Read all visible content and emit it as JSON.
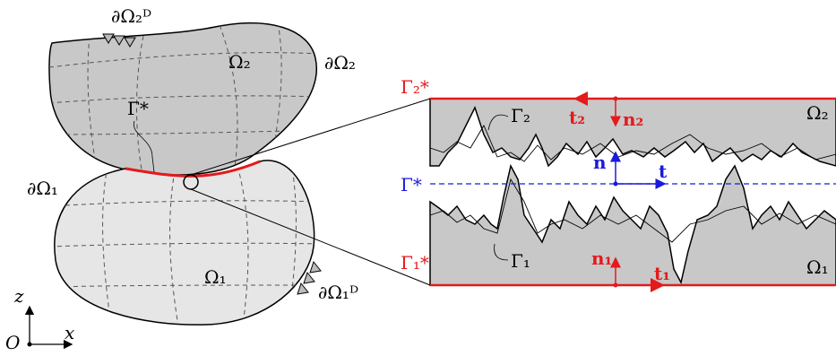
{
  "labels": {
    "omega2": "Ω₂",
    "omega1": "Ω₁",
    "boundary_omega2": "∂Ω₂",
    "boundary_omega1": "∂Ω₁",
    "dirichlet_omega2": "∂Ω₂ᴰ",
    "dirichlet_omega1": "∂Ω₁ᴰ",
    "gamma_star_left": "Γ*",
    "axis_z": "z",
    "axis_x": "x",
    "origin": "O",
    "gamma2_star": "Γ₂*",
    "gamma1_star": "Γ₁*",
    "gamma_star_right": "Γ*",
    "gamma2": "Γ₂",
    "gamma1": "Γ₁",
    "t2": "t₂",
    "n2": "n₂",
    "n": "n",
    "t": "t",
    "n1": "n₁",
    "t1": "t₁",
    "omega2_right": "Ω₂",
    "omega1_right": "Ω₁"
  },
  "colors": {
    "body_fill_top": "#c8c8c8",
    "body_fill_bottom": "#e6e6e6",
    "surface_fill": "#c8c8c8",
    "red": "#e41a1c",
    "blue": "#1a1adb",
    "stroke": "#000000",
    "dashed": "#555555"
  }
}
